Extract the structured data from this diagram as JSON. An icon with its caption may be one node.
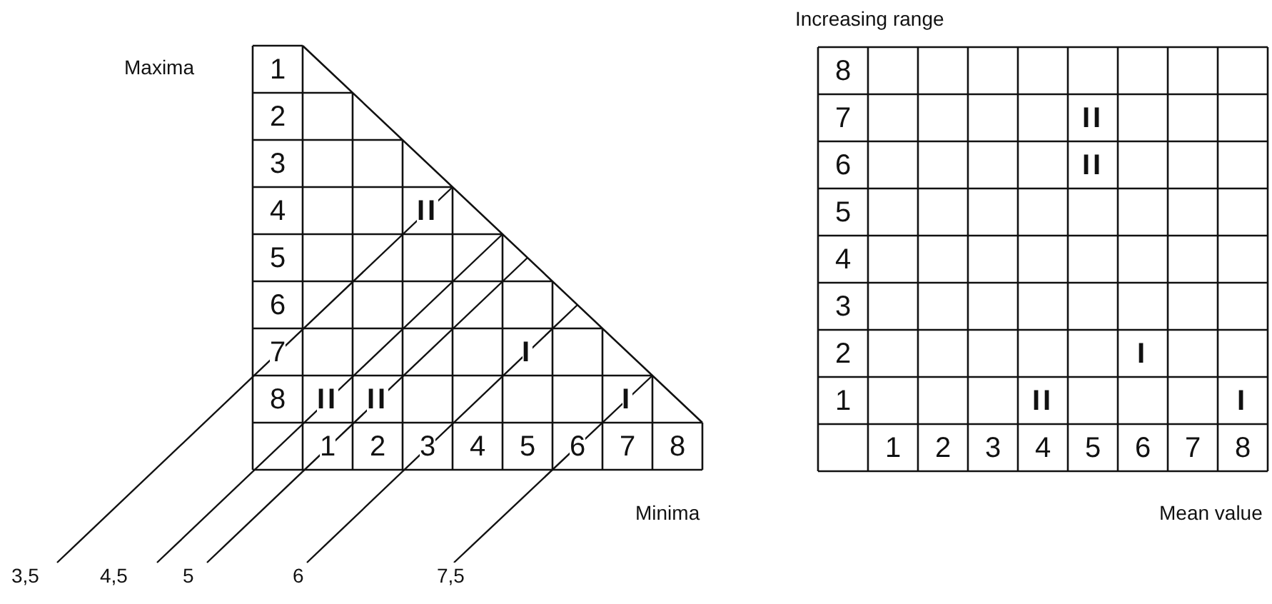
{
  "diagram": {
    "nodes": [
      {
        "text": [
          "3,5"
        ]
      },
      {
        "text": [
          "4,5"
        ]
      },
      {
        "text": [
          "5"
        ]
      },
      {
        "text": [
          "6"
        ]
      },
      {
        "text": [
          "7,5"
        ]
      }
    ],
    "edges": [
      {
        "from": 0,
        "to": null,
        "arrow": "none"
      },
      {
        "from": 1,
        "to": null,
        "arrow": "none"
      },
      {
        "from": 2,
        "to": null,
        "arrow": "none"
      },
      {
        "from": 3,
        "to": null,
        "arrow": "none"
      },
      {
        "from": 4,
        "to": null,
        "arrow": "none"
      }
    ],
    "labels": [
      "Maxima",
      "1",
      "2",
      "3",
      "4",
      "II",
      "5",
      "6",
      "7",
      "I",
      "8",
      "II",
      "II",
      "I",
      "1",
      "2",
      "3",
      "4",
      "5",
      "6",
      "7",
      "8",
      "Minima",
      "Increasing range",
      "8",
      "7",
      "II",
      "6",
      "II",
      "5",
      "4",
      "3",
      "2",
      "I",
      "1",
      "II",
      "I",
      "1",
      "2",
      "3",
      "4",
      "5",
      "6",
      "7",
      "8",
      "Mean value"
    ]
  }
}
